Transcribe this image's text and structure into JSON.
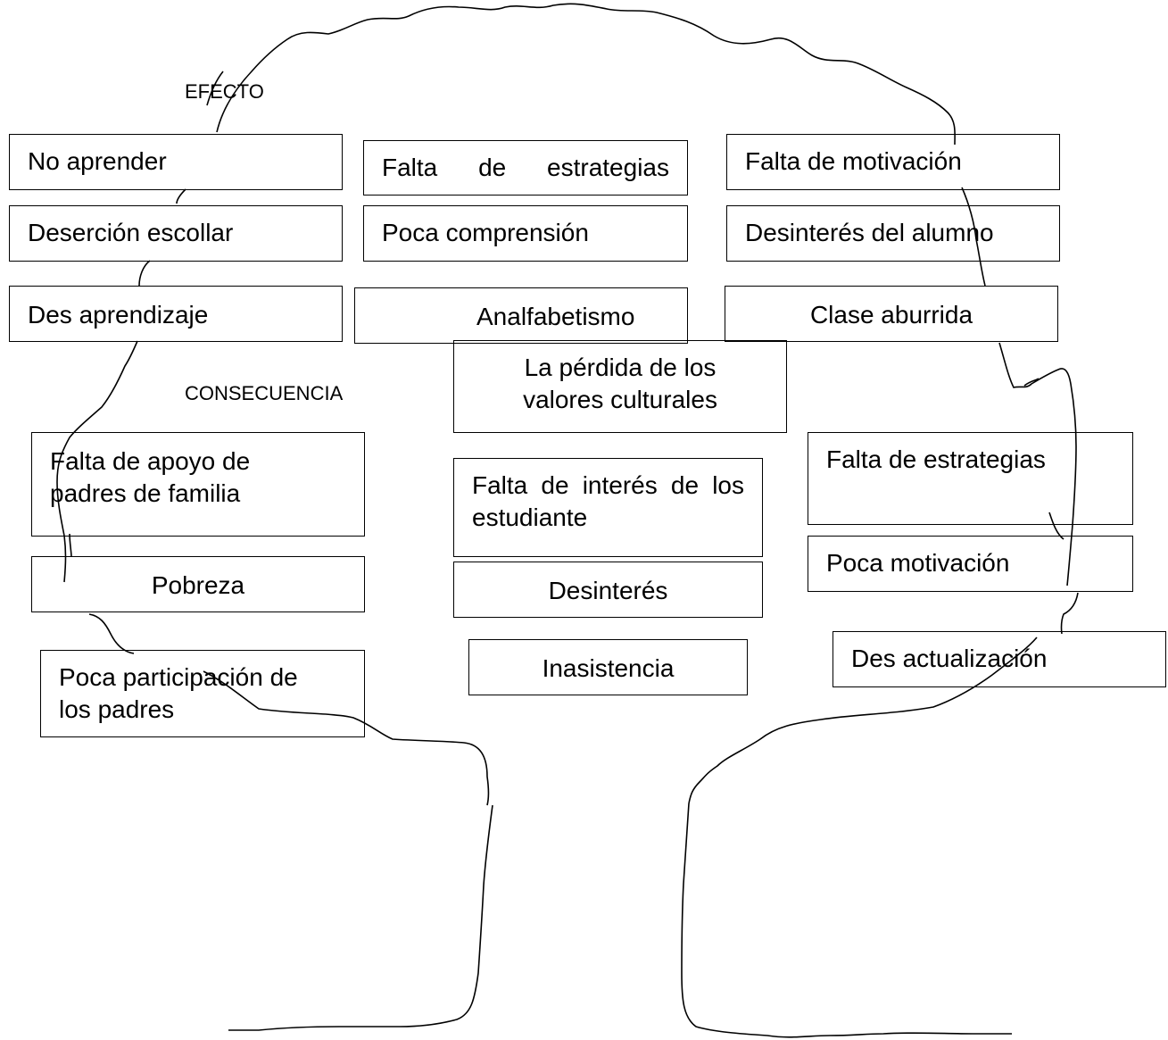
{
  "labels": {
    "efecto": "EFECTO",
    "consecuencia": "CONSECUENCIA"
  },
  "boxes": {
    "no_aprender": "No aprender",
    "falta_estrategias_top": "Falta de estrategias",
    "falta_motivacion": "Falta de motivación",
    "desercion_escolar": "Deserción escollar",
    "poca_comprension": "Poca comprensión",
    "desinteres_alumno": "Desinterés del alumno",
    "des_aprendizaje": "Des aprendizaje",
    "analfabetismo": "Analfabetismo",
    "clase_aburrida": "Clase aburrida",
    "perdida_valores": "La pérdida de los valores culturales",
    "falta_apoyo": "Falta de apoyo de padres de familia",
    "falta_interes": "Falta de interés de los estudiante",
    "falta_estrategias_right": "Falta de estrategias",
    "poca_motivacion": "Poca motivación",
    "pobreza": "Pobreza",
    "desinteres": "Desinterés",
    "poca_participacion": "Poca participación de los padres",
    "inasistencia": "Inasistencia",
    "des_actualizacion": "Des actualización"
  }
}
